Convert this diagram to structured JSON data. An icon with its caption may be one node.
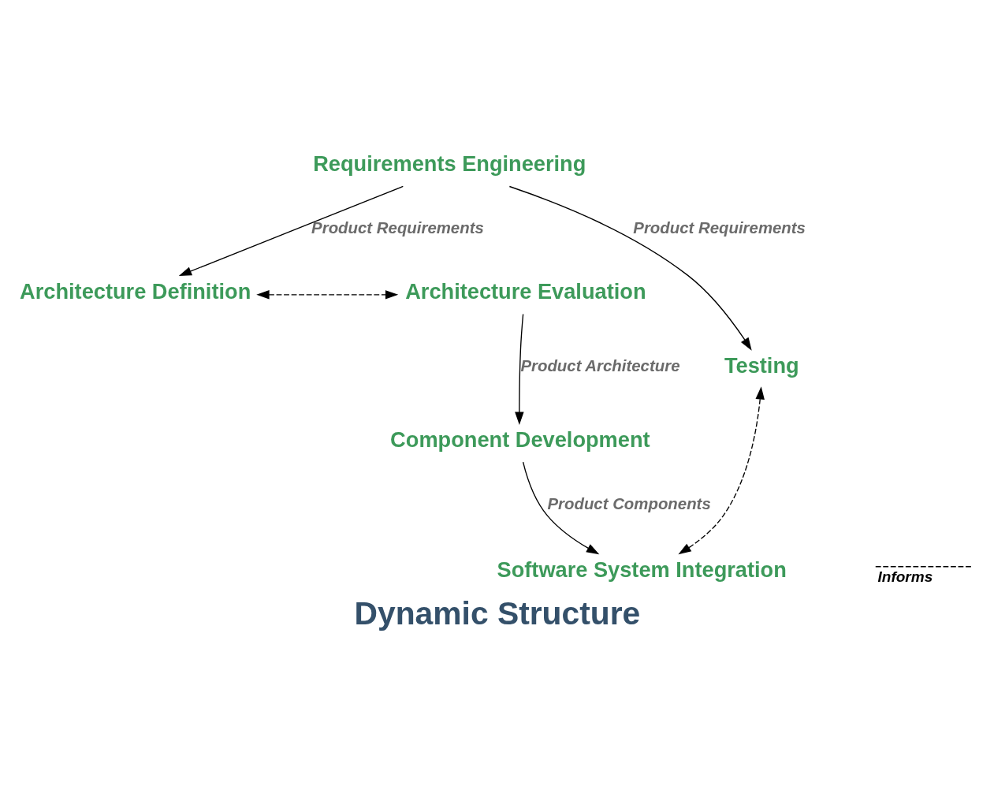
{
  "diagram": {
    "title": "Dynamic Structure",
    "nodes": [
      {
        "text": [
          "Requirements Engineering"
        ]
      },
      {
        "text": [
          "Architecture Definition"
        ]
      },
      {
        "text": [
          "Architecture Evaluation"
        ]
      },
      {
        "text": [
          "Testing"
        ]
      },
      {
        "text": [
          "Component Development"
        ]
      },
      {
        "text": [
          "Software System Integration"
        ]
      }
    ],
    "edges": [
      {
        "from": 0,
        "to": 3,
        "arrow": "to",
        "label": "Product Requirements"
      },
      {
        "from": 0,
        "to": 1,
        "arrow": "to",
        "label": "Product Requirements"
      },
      {
        "from": 1,
        "to": 2,
        "arrow": "both",
        "style": "dashed"
      },
      {
        "from": 2,
        "to": 4,
        "arrow": "to",
        "label": "Product Architecture"
      },
      {
        "from": 4,
        "to": 5,
        "arrow": "to",
        "label": "Product Components"
      },
      {
        "from": 3,
        "to": 5,
        "arrow": "both",
        "style": "dashed"
      }
    ],
    "legend": [
      {
        "text": "Informs"
      }
    ]
  }
}
